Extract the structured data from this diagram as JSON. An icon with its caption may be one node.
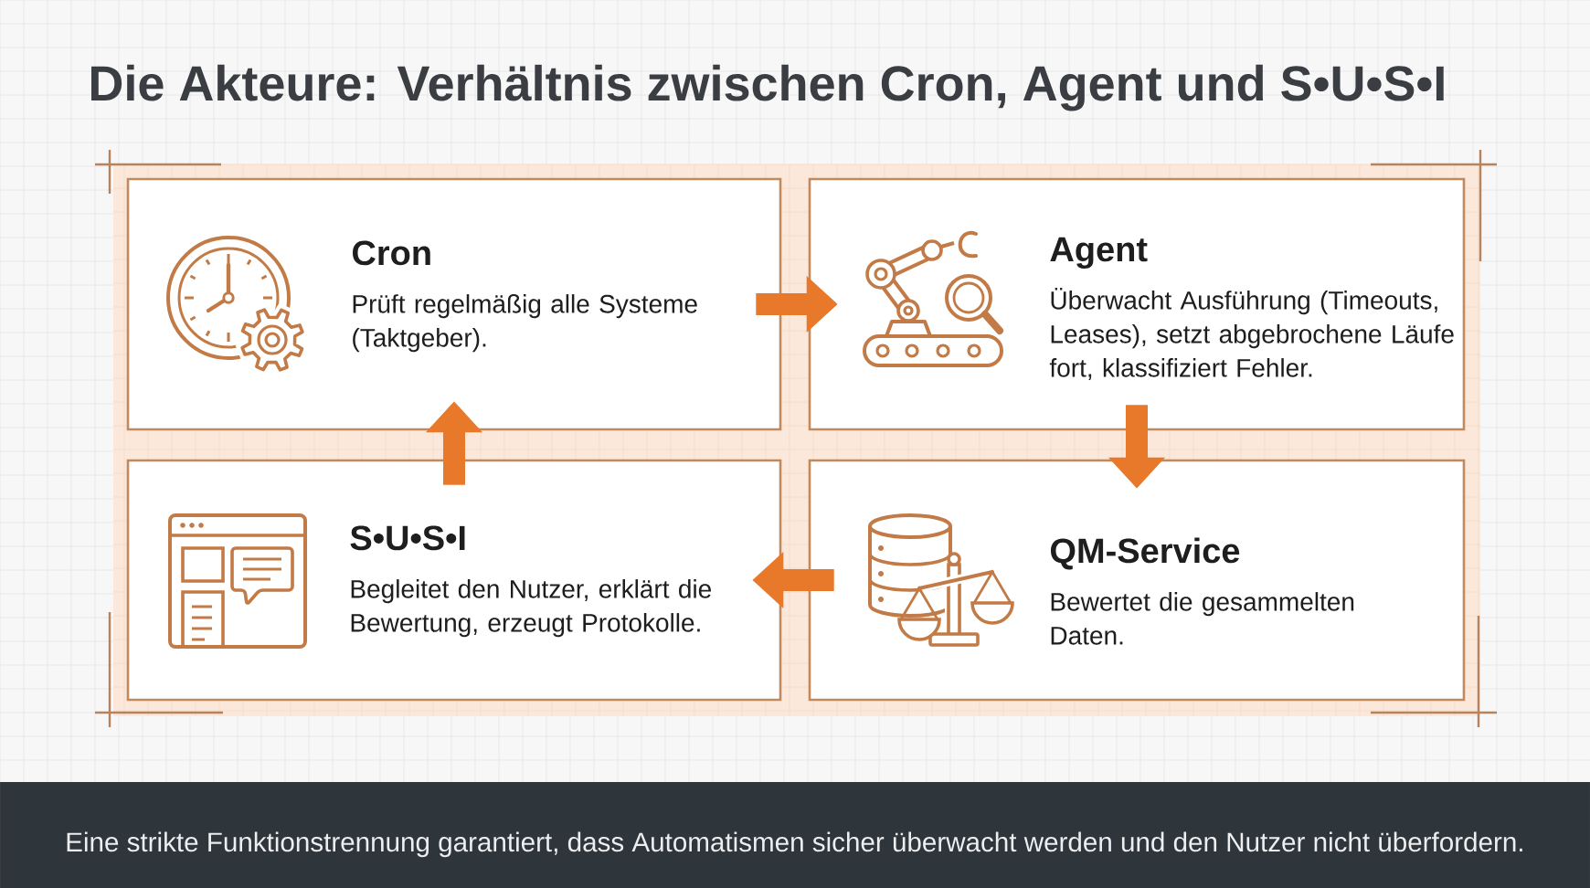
{
  "diagram": {
    "title": "Die Akteure: Verhältnis zwischen Cron, Agent und S•U•S•I",
    "nodes": [
      {
        "text": [
          "Cron",
          "Prüft regelmäßig alle Systeme (Taktgeber)."
        ]
      },
      {
        "text": [
          "Agent",
          "Überwacht Ausführung (Timeouts, Leases), setzt abgebrochene Läufe fort, klassifiziert Fehler."
        ]
      },
      {
        "text": [
          "S•U•S•I",
          "Begleitet den Nutzer, erklärt die Bewertung, erzeugt Protokolle."
        ]
      },
      {
        "text": [
          "QM-Service",
          "Bewertet die gesammelten Daten."
        ]
      }
    ],
    "edges": [
      {
        "from": 0,
        "to": 1,
        "arrow": "to"
      },
      {
        "from": 1,
        "to": 3,
        "arrow": "to"
      },
      {
        "from": 3,
        "to": 2,
        "arrow": "to"
      },
      {
        "from": 2,
        "to": 0,
        "arrow": "to"
      }
    ],
    "caption": "Eine strikte Funktionstrennung garantiert, dass Automatismen sicher überwacht werden und den Nutzer nicht überfordern."
  }
}
